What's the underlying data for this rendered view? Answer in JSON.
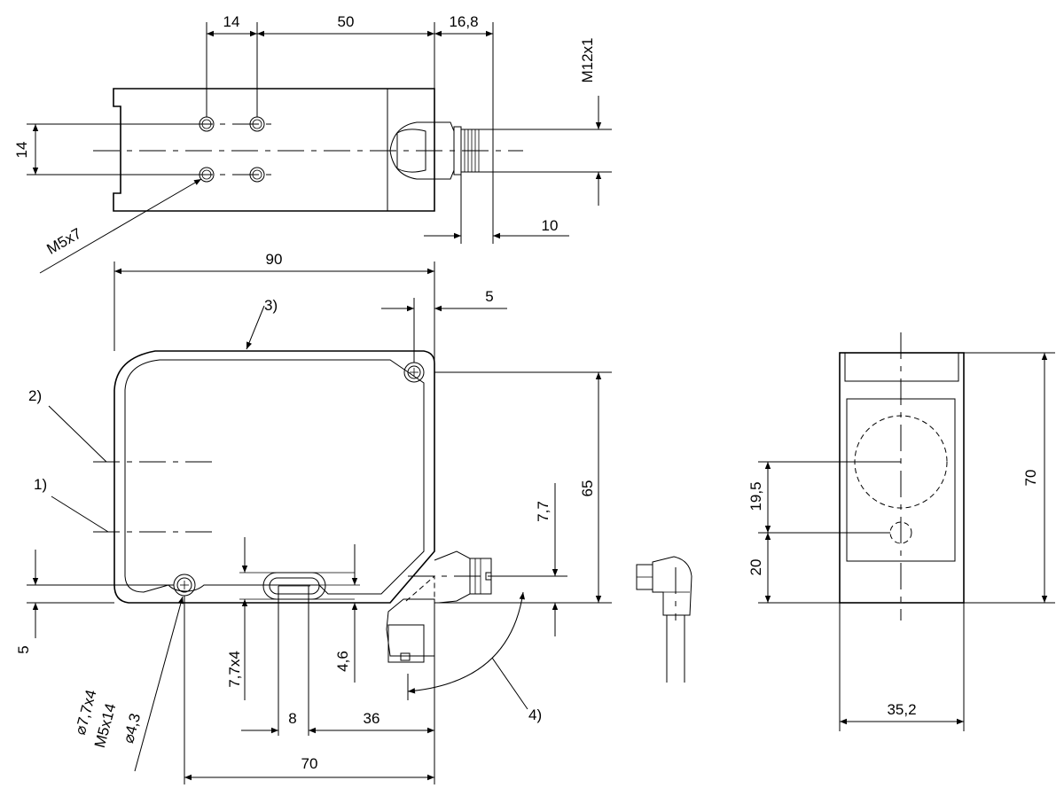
{
  "top_view": {
    "dim_hole_spacing_x": "14",
    "dim_hole_to_connector": "50",
    "dim_connector_length": "16,8",
    "dim_thread": "M12x1",
    "dim_hole_spacing_y": "14",
    "dim_connector_tip": "10",
    "hole_callout": "M5x7"
  },
  "front_view": {
    "dim_width": "90",
    "dim_height": "65",
    "dim_corner_offset": "5",
    "dim_bottom_offset": "5",
    "dim_connector_height": "7,7",
    "dim_slot_height": "7,7x4",
    "dim_slot_depth": "4,6",
    "dim_slot_width": "8",
    "dim_slot_to_edge": "36",
    "dim_hole_spacing": "70",
    "hole_callout_1": "⌀7,7x4",
    "hole_callout_2": "M5x14",
    "hole_callout_3": "⌀4,3",
    "label_1": "1)",
    "label_2": "2)",
    "label_3": "3)",
    "label_4": "4)"
  },
  "side_view": {
    "dim_height": "70",
    "dim_lens_offset": "19,5",
    "dim_led_offset": "20",
    "dim_width": "35,2"
  }
}
